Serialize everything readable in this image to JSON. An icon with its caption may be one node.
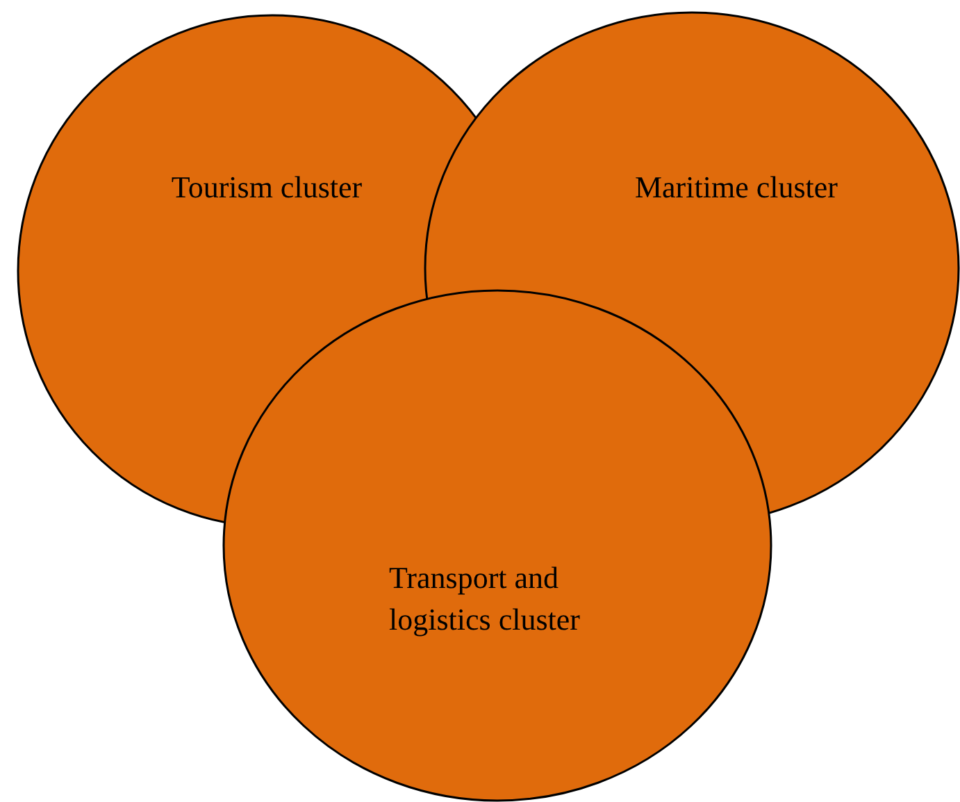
{
  "diagram": {
    "nodes": [
      {
        "text": [
          "Tourism cluster"
        ]
      },
      {
        "text": [
          "Maritime cluster"
        ]
      },
      {
        "text": [
          "Transport and logistics cluster"
        ]
      }
    ]
  }
}
